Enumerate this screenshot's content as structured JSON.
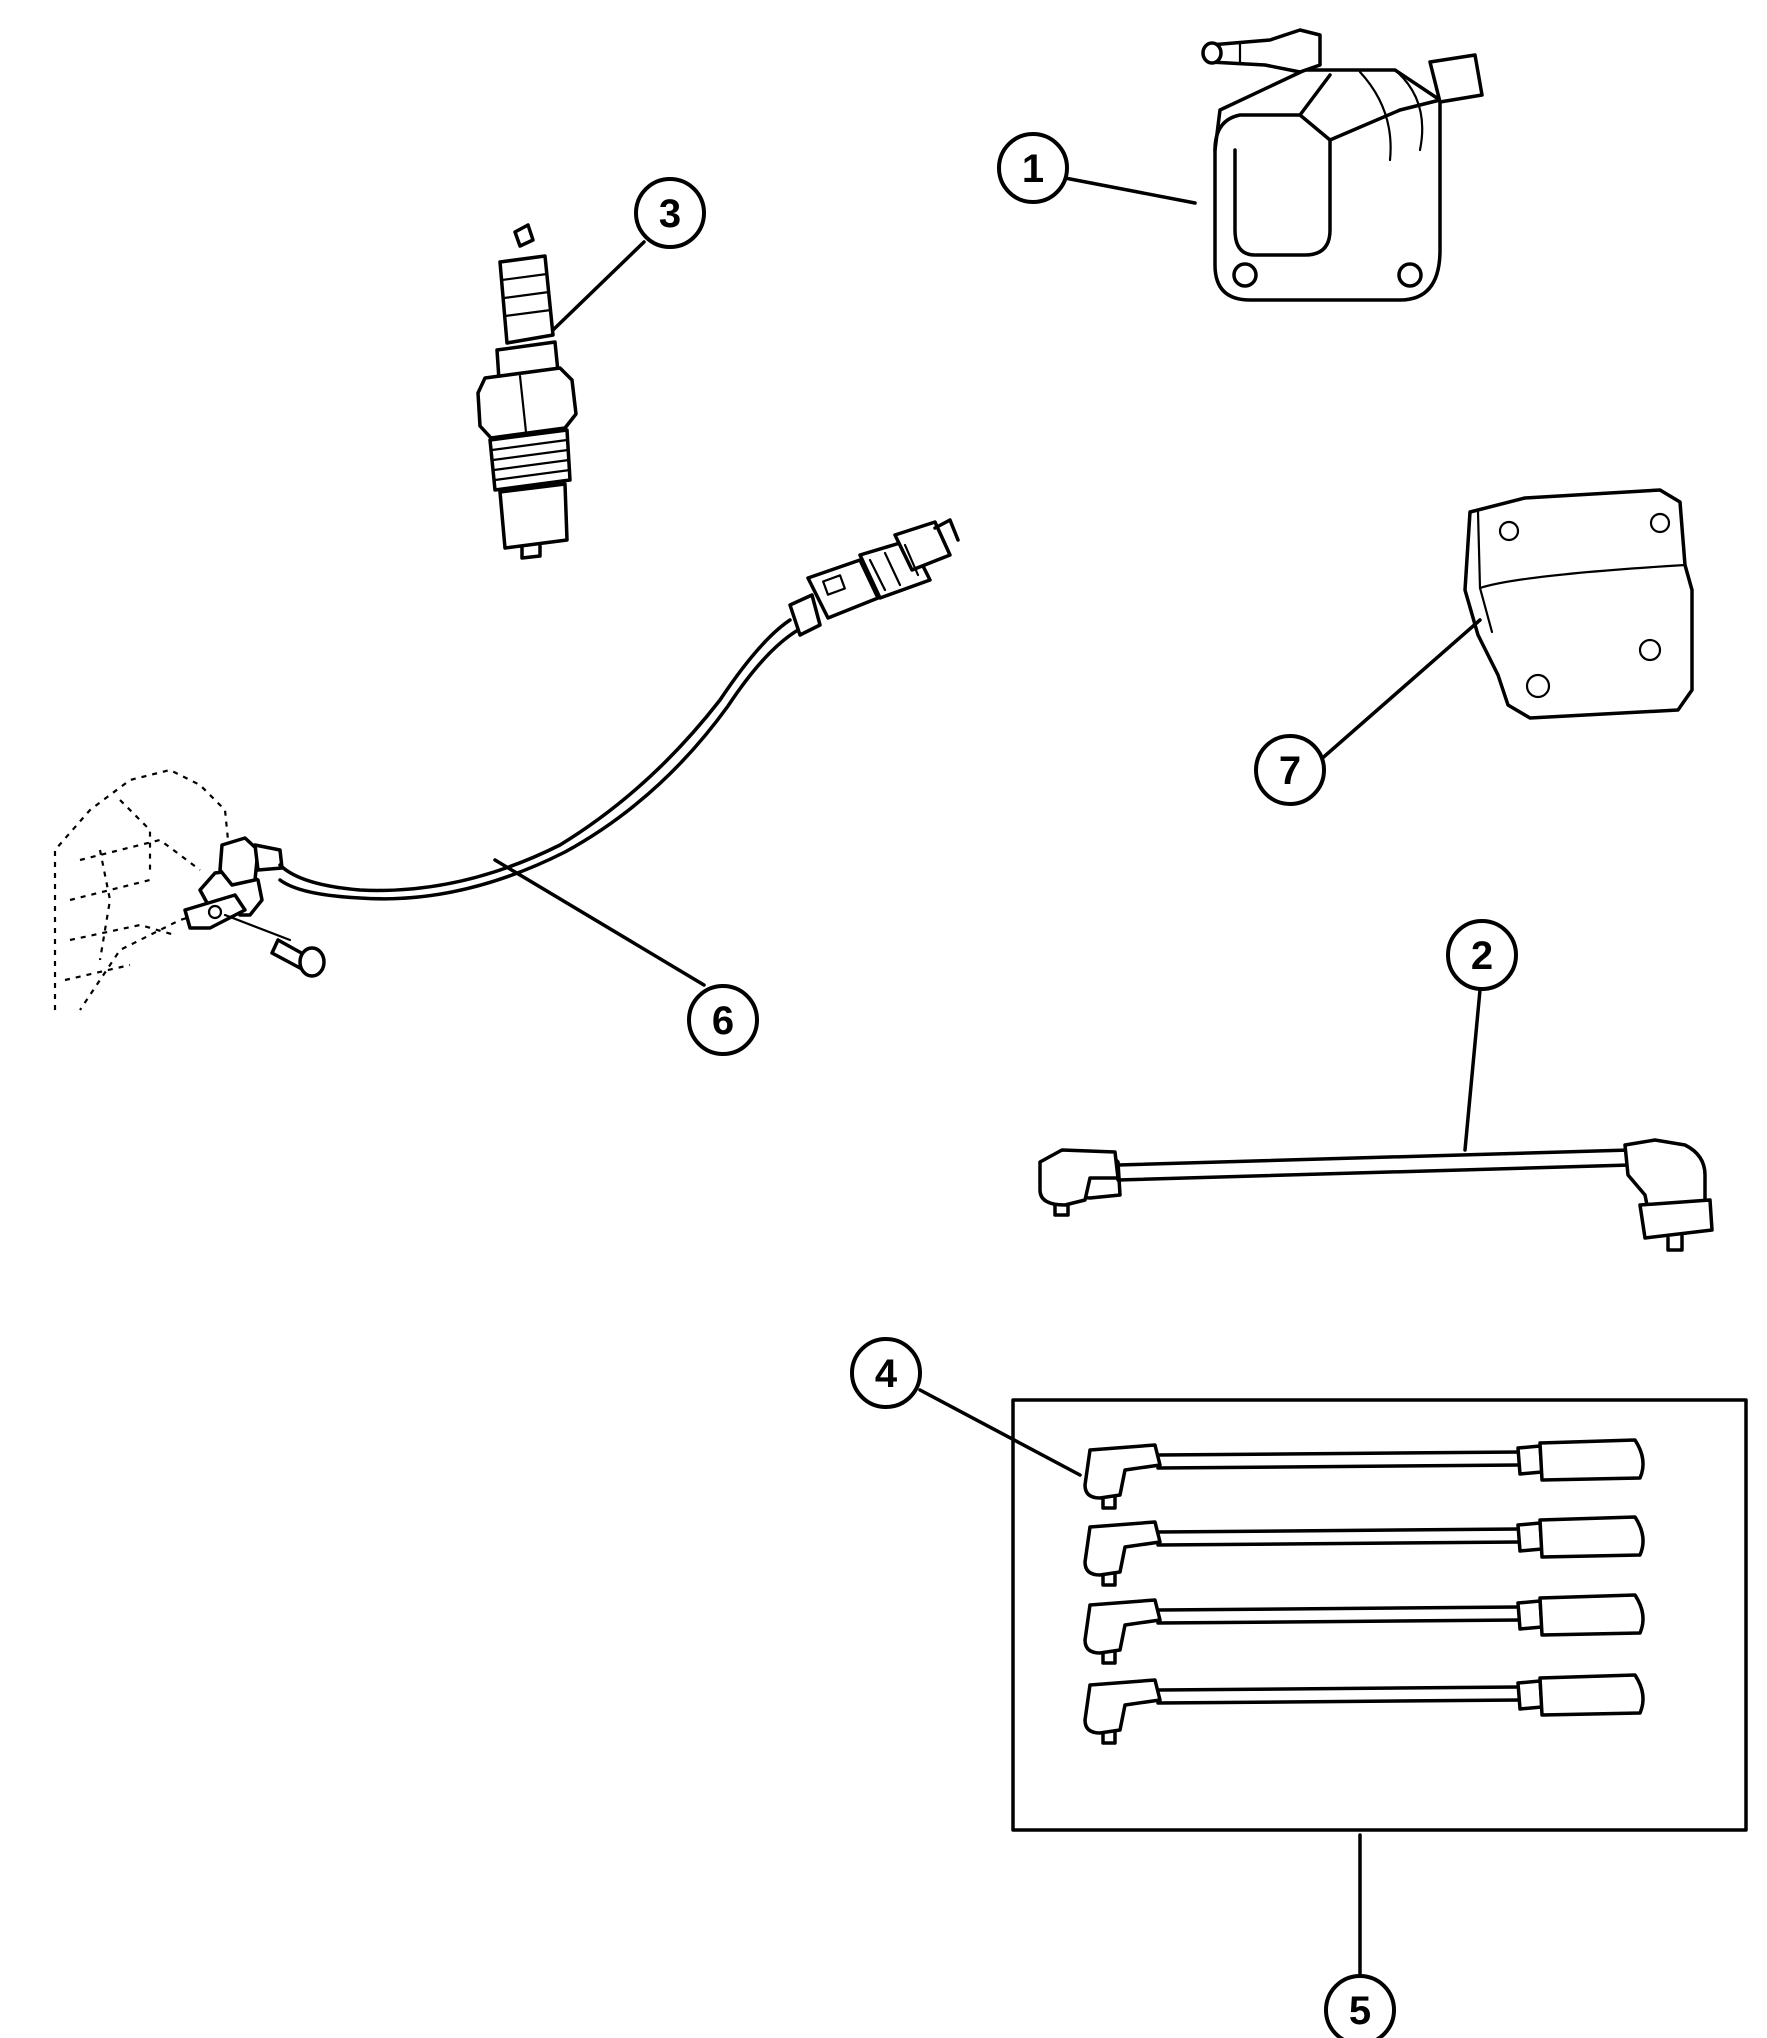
{
  "callouts": [
    {
      "id": "c1",
      "label": "1"
    },
    {
      "id": "c2",
      "label": "2"
    },
    {
      "id": "c3",
      "label": "3"
    },
    {
      "id": "c4",
      "label": "4"
    },
    {
      "id": "c5",
      "label": "5"
    },
    {
      "id": "c6",
      "label": "6"
    },
    {
      "id": "c7",
      "label": "7"
    }
  ],
  "parts": [
    {
      "id": "ignition-coil",
      "callout": "1"
    },
    {
      "id": "coil-lead",
      "callout": "2"
    },
    {
      "id": "spark-plug",
      "callout": "3"
    },
    {
      "id": "spark-plug-lead",
      "callout": "4"
    },
    {
      "id": "spark-plug-lead-set",
      "callout": "5"
    },
    {
      "id": "sensor-harness",
      "callout": "6"
    },
    {
      "id": "mounting-bracket",
      "callout": "7"
    }
  ]
}
